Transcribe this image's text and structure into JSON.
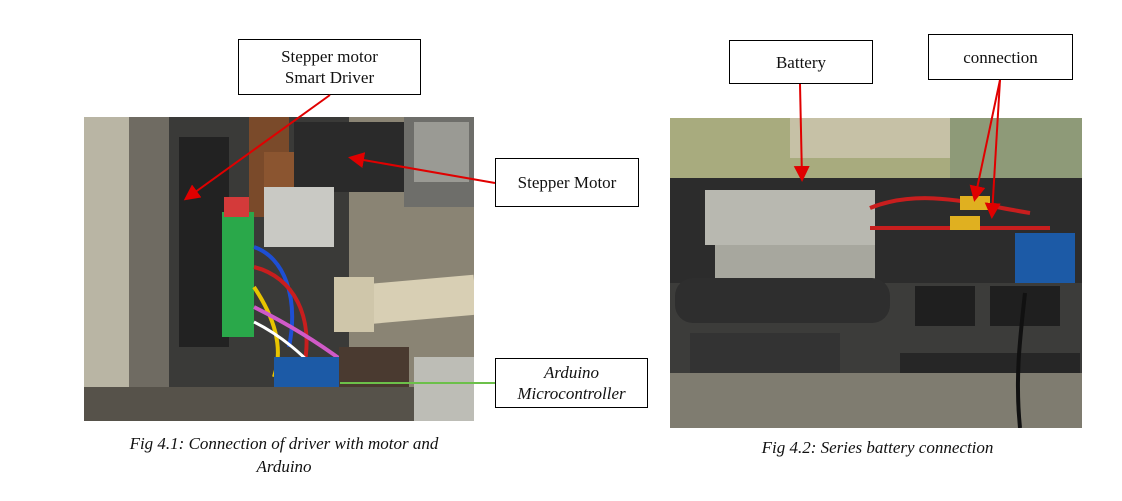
{
  "figure_left": {
    "labels": {
      "driver_line1": "Stepper motor",
      "driver_line2": "Smart Driver",
      "motor": "Stepper Motor",
      "arduino_line1": "Arduino",
      "arduino_line2": "Microcontroller"
    },
    "caption_line1": "Fig 4.1: Connection of driver with motor and",
    "caption_line2": "Arduino"
  },
  "figure_right": {
    "labels": {
      "battery": "Battery",
      "connection": "connection"
    },
    "caption": "Fig 4.2: Series battery connection"
  },
  "colors": {
    "arrow_red": "#e00000",
    "arrow_green": "#6cc04a"
  }
}
